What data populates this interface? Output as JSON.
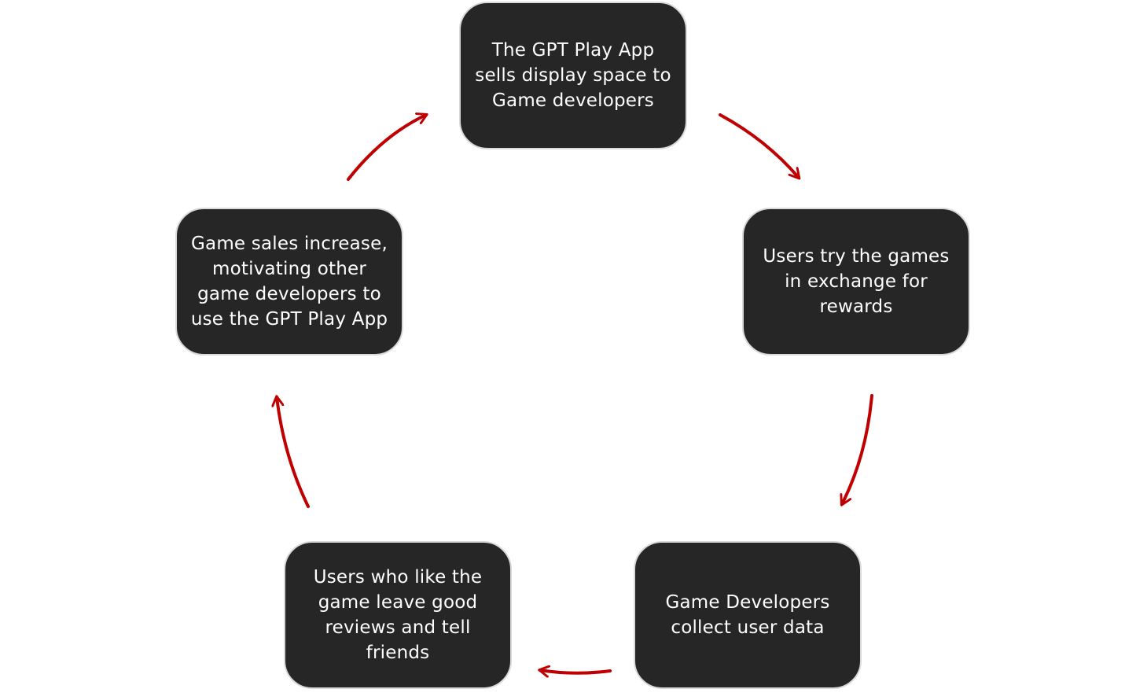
{
  "diagram": {
    "type": "cycle",
    "nodes": [
      {
        "id": "node-1",
        "label": "The GPT Play App sells display space to Game developers"
      },
      {
        "id": "node-2",
        "label": "Users try the games in exchange for rewards"
      },
      {
        "id": "node-3",
        "label": "Game Developers collect user data"
      },
      {
        "id": "node-4",
        "label": "Users who like the game leave good reviews and tell friends"
      },
      {
        "id": "node-5",
        "label": "Game sales increase, motivating other game developers to use the GPT Play App"
      }
    ],
    "edges": [
      {
        "from": "node-1",
        "to": "node-2"
      },
      {
        "from": "node-2",
        "to": "node-3"
      },
      {
        "from": "node-3",
        "to": "node-4"
      },
      {
        "from": "node-4",
        "to": "node-5"
      },
      {
        "from": "node-5",
        "to": "node-1"
      }
    ],
    "colors": {
      "node_fill": "#262626",
      "node_border": "#d9d9d9",
      "node_text": "#ffffff",
      "arrow": "#c00000",
      "background": "#ffffff"
    }
  }
}
